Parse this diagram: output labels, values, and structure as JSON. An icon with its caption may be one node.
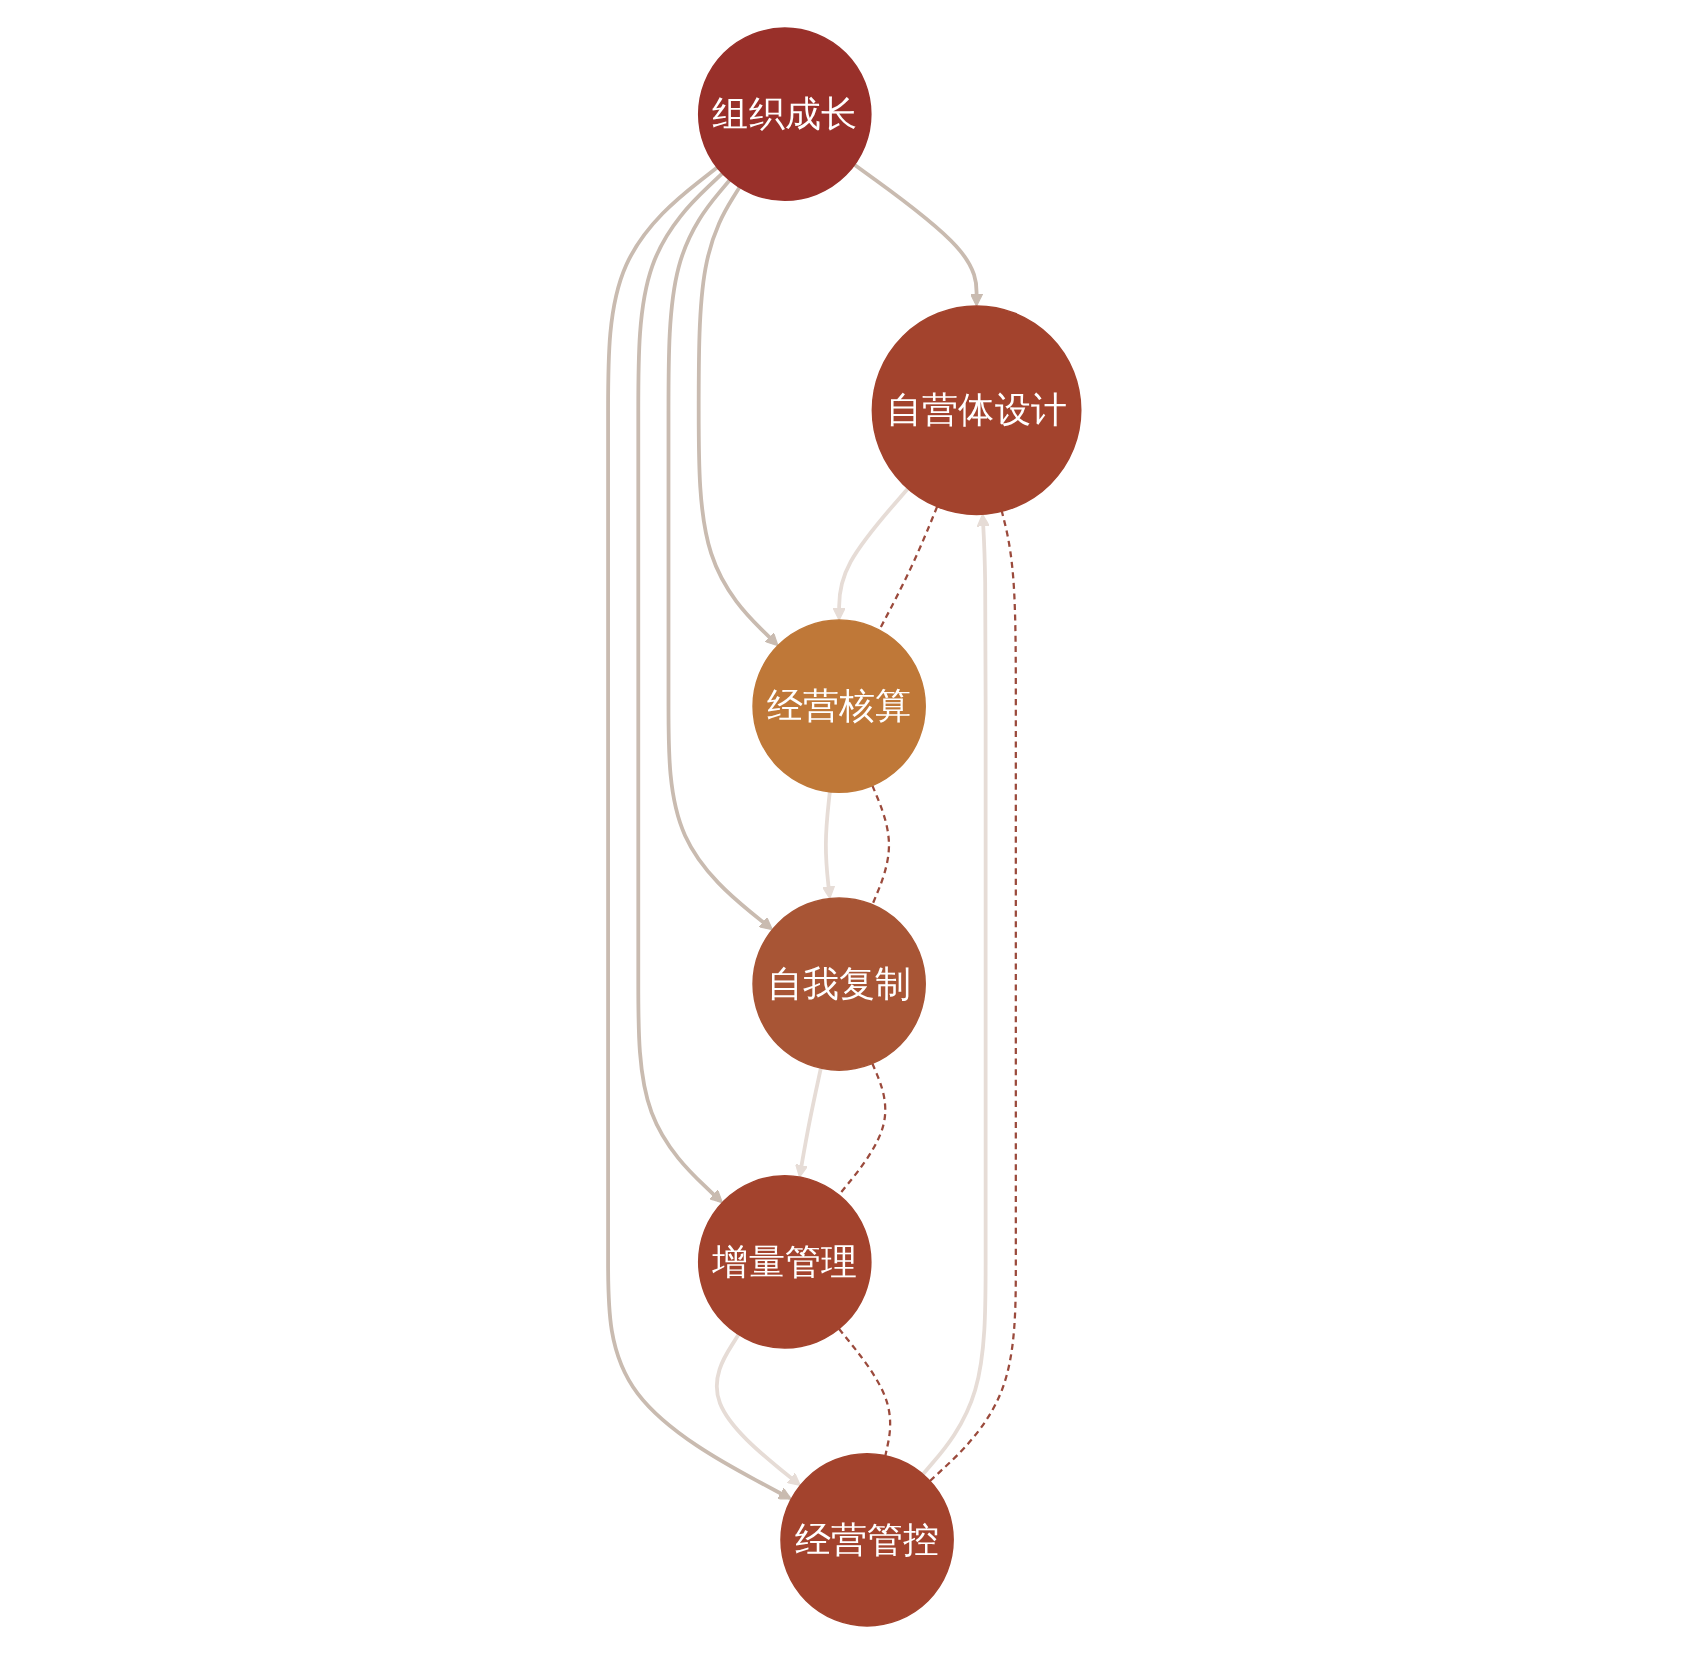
{
  "diagram": {
    "nodes": [
      {
        "text": [
          "组织成长"
        ]
      },
      {
        "text": [
          "自营体设计"
        ]
      },
      {
        "text": [
          "经营核算"
        ]
      },
      {
        "text": [
          "自我复制"
        ]
      },
      {
        "text": [
          "增量管理"
        ]
      },
      {
        "text": [
          "经营管控"
        ]
      }
    ],
    "edges": [
      {
        "from": 0,
        "to": 1,
        "arrow": "to",
        "color": "#c9bbb0"
      },
      {
        "from": 0,
        "to": 2,
        "arrow": "to",
        "color": "#c9bbb0"
      },
      {
        "from": 0,
        "to": 3,
        "arrow": "to",
        "color": "#c9bbb0"
      },
      {
        "from": 0,
        "to": 4,
        "arrow": "to",
        "color": "#c9bbb0"
      },
      {
        "from": 0,
        "to": 5,
        "arrow": "to",
        "color": "#c9bbb0"
      },
      {
        "from": 1,
        "to": 2,
        "arrow": "to",
        "color": "#e6dcd6"
      },
      {
        "from": 2,
        "to": 3,
        "arrow": "to",
        "color": "#e6dcd6"
      },
      {
        "from": 3,
        "to": 4,
        "arrow": "to",
        "color": "#e6dcd6"
      },
      {
        "from": 4,
        "to": 5,
        "arrow": "to",
        "color": "#e6dcd6"
      },
      {
        "from": 5,
        "to": 1,
        "arrow": "to",
        "color": "#e6dcd6"
      },
      {
        "from": 1,
        "to": 2,
        "arrow": "none",
        "style": "dashed",
        "color": "#9b4a3c"
      },
      {
        "from": 2,
        "to": 3,
        "arrow": "none",
        "style": "dashed",
        "color": "#9b4a3c"
      },
      {
        "from": 3,
        "to": 4,
        "arrow": "none",
        "style": "dashed",
        "color": "#9b4a3c"
      },
      {
        "from": 4,
        "to": 5,
        "arrow": "none",
        "style": "dashed",
        "color": "#9b4a3c"
      },
      {
        "from": 5,
        "to": 1,
        "arrow": "none",
        "style": "dashed",
        "color": "#9b4a3c"
      }
    ]
  }
}
